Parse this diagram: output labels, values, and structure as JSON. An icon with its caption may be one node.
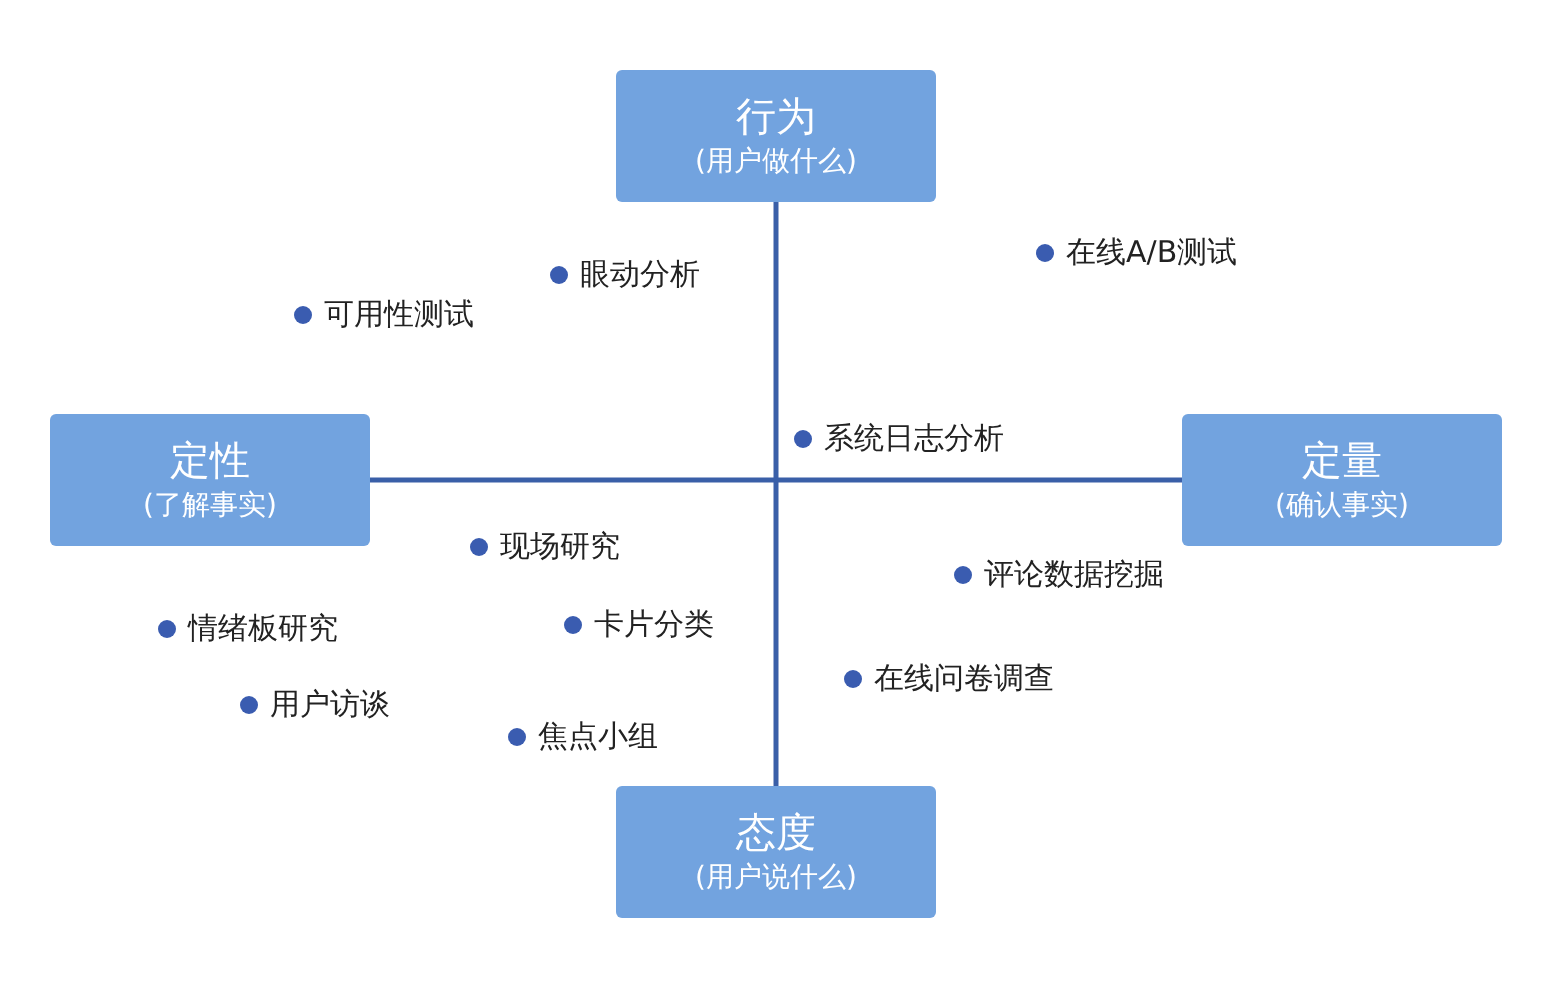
{
  "diagram": {
    "nodes": [
      {
        "text": [
          "行为",
          "(用户做什么)"
        ]
      },
      {
        "text": [
          "定性",
          "(了解事实)"
        ]
      },
      {
        "text": [
          "定量",
          "(确认事实)"
        ]
      },
      {
        "text": [
          "态度",
          "(用户说什么)"
        ]
      }
    ],
    "edges": [
      {
        "from": 0,
        "to": 3,
        "arrow": "none"
      },
      {
        "from": 1,
        "to": 2,
        "arrow": "none"
      }
    ],
    "labels": [
      "在线A/B测试",
      "眼动分析",
      "可用性测试",
      "系统日志分析",
      "现场研究",
      "评论数据挖掘",
      "情绪板研究",
      "卡片分类",
      "在线问卷调查",
      "用户访谈",
      "焦点小组"
    ]
  }
}
